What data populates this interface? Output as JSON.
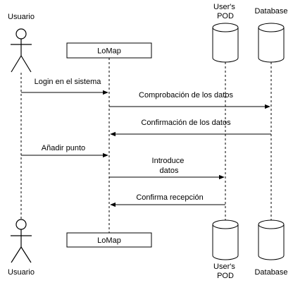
{
  "participants": {
    "usuario": {
      "top_label": "Usuario",
      "bottom_label": "Usuario"
    },
    "lomap": {
      "top_label": "LoMap",
      "bottom_label": "LoMap"
    },
    "pod": {
      "top_label": [
        "User's",
        "POD"
      ],
      "bottom_label": [
        "User's",
        "POD"
      ]
    },
    "database": {
      "top_label": "Database",
      "bottom_label": "Database"
    }
  },
  "messages": [
    {
      "label": [
        "Login en el sistema"
      ],
      "from": "usuario",
      "to": "lomap"
    },
    {
      "label": [
        "Comprobación de los datos"
      ],
      "from": "lomap",
      "to": "database"
    },
    {
      "label": [
        "Confirmación de los datos"
      ],
      "from": "database",
      "to": "lomap"
    },
    {
      "label": [
        "Añadir punto"
      ],
      "from": "usuario",
      "to": "lomap"
    },
    {
      "label": [
        "Introduce",
        "datos"
      ],
      "from": "lomap",
      "to": "pod"
    },
    {
      "label": [
        "Confirma recepción"
      ],
      "from": "pod",
      "to": "lomap"
    }
  ]
}
